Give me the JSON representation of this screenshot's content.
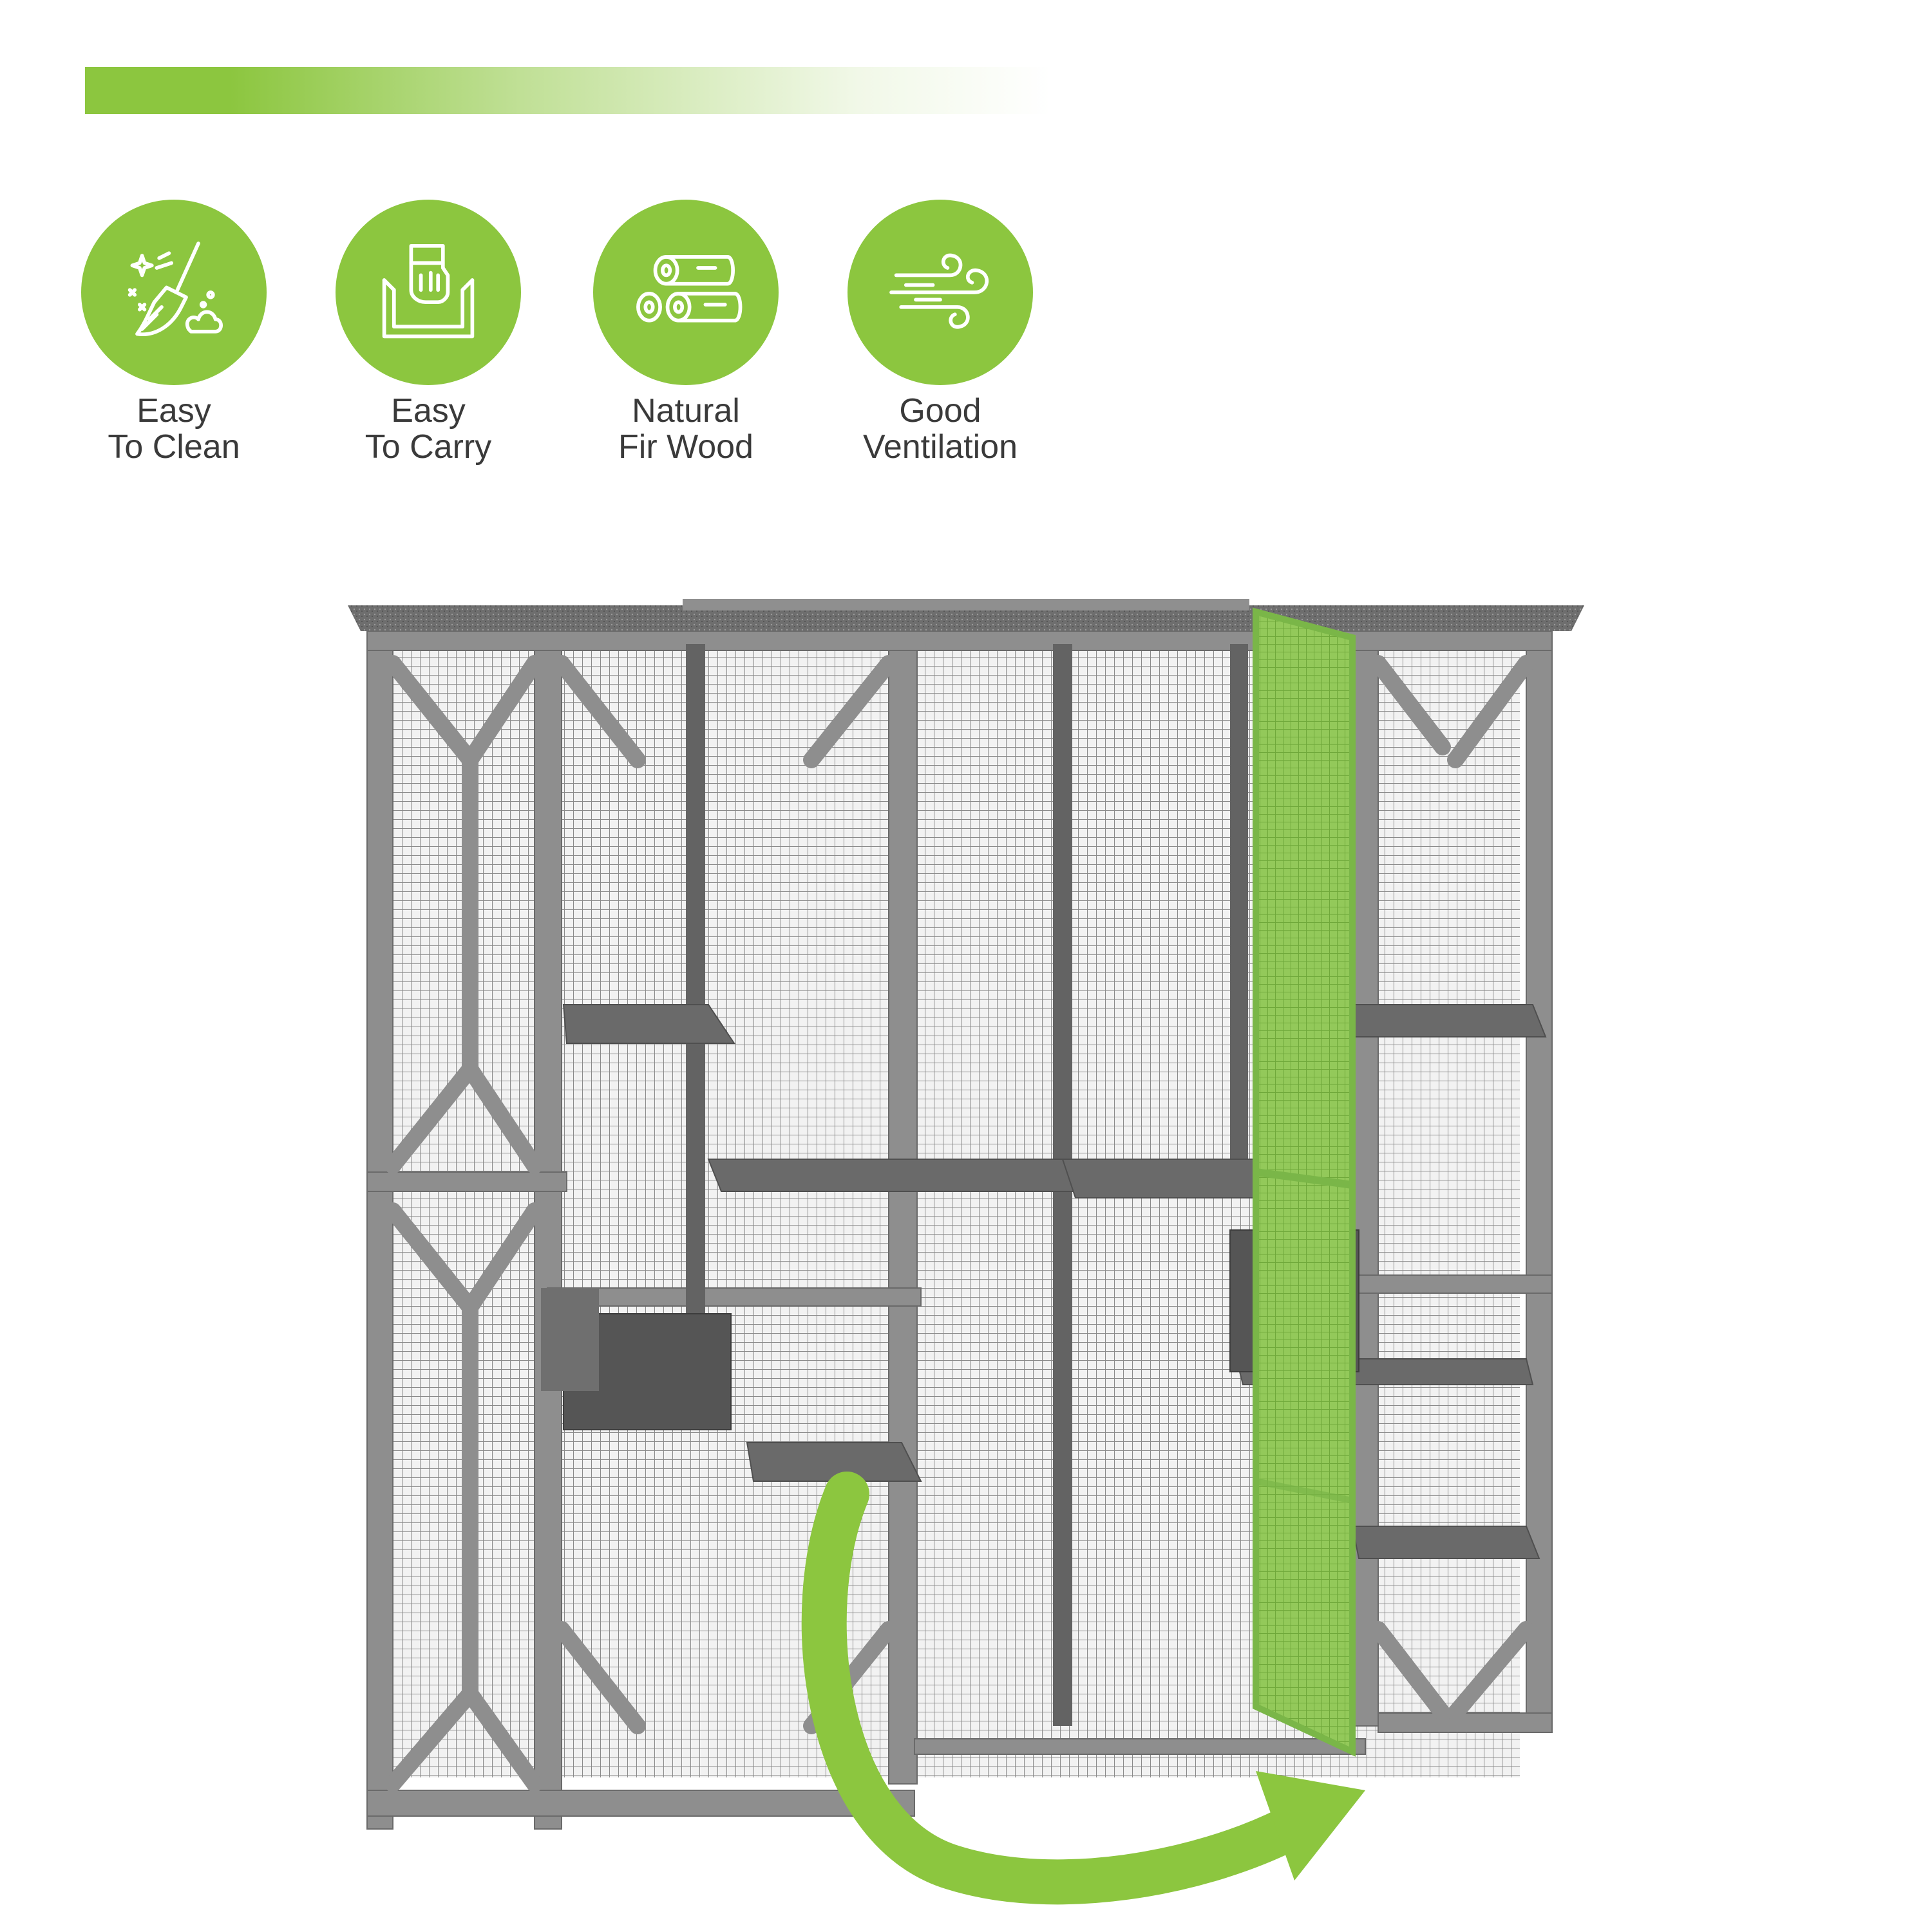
{
  "colors": {
    "accent": "#8cc63f",
    "frame": "#8e8e8e",
    "frame_dark": "#5f5f5f",
    "roof": "#707070",
    "text": "#3a3a3a"
  },
  "features": [
    {
      "icon": "broom-icon",
      "line1": "Easy",
      "line2": "To Clean"
    },
    {
      "icon": "lift-box-icon",
      "line1": "Easy",
      "line2": "To Carry"
    },
    {
      "icon": "logs-icon",
      "line1": "Natural",
      "line2": "Fir Wood"
    },
    {
      "icon": "wind-icon",
      "line1": "Good",
      "line2": "Ventilation"
    }
  ],
  "product": {
    "description": "grey wooden outdoor cat enclosure with open green-highlighted door and curved arrow"
  }
}
